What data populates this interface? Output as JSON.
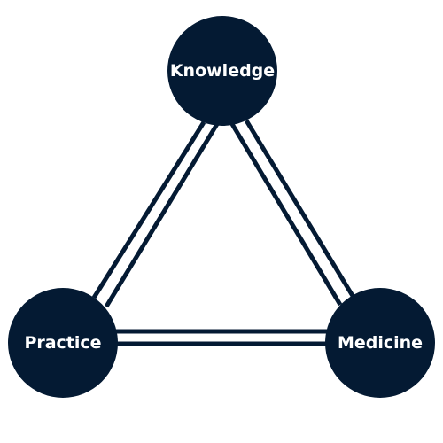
{
  "diagram": {
    "colors": {
      "node_fill": "#041a33",
      "edge": "#041a33",
      "label": "#ffffff",
      "background": "#ffffff"
    },
    "nodes": [
      {
        "id": "knowledge",
        "label": "Knowledge"
      },
      {
        "id": "practice",
        "label": "Practice"
      },
      {
        "id": "medicine",
        "label": "Medicine"
      }
    ],
    "edges": [
      {
        "from": "knowledge",
        "to": "practice",
        "style": "double-line"
      },
      {
        "from": "knowledge",
        "to": "medicine",
        "style": "double-line"
      },
      {
        "from": "practice",
        "to": "medicine",
        "style": "double-line"
      }
    ]
  }
}
